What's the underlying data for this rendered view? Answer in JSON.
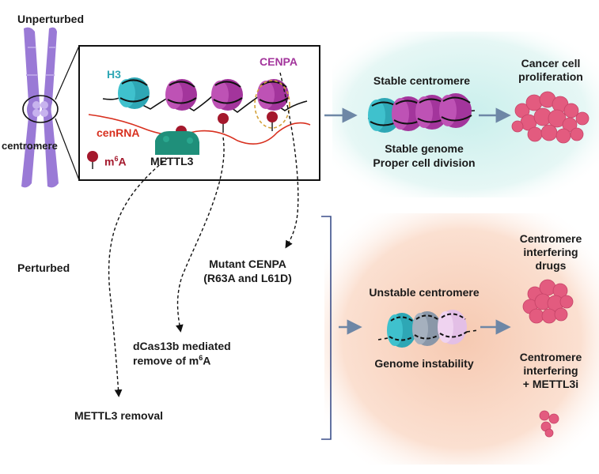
{
  "unperturbed": {
    "heading": "Unperturbed",
    "chromosome_label": "centromere",
    "h3": "H3",
    "cenpa": "CENPA",
    "cenrna": "cenRNA",
    "m6a_prefix": "m",
    "m6a_sup": "6",
    "m6a_suffix": "A",
    "writer": "METTL3",
    "outcome_title": "Stable centromere",
    "outcome_line1": "Stable genome",
    "outcome_line2": "Proper cell division",
    "result_line1": "Cancer cell",
    "result_line2": "proliferation"
  },
  "perturbed": {
    "heading": "Perturbed",
    "mutant_line1": "Mutant CENPA",
    "mutant_line2": "(R63A and L61D)",
    "dcas_line1": "dCas13b mediated",
    "dcas_line2_prefix": "remove of m",
    "dcas_sup": "6",
    "dcas_line2_suffix": "A",
    "mettl3_removal": "METTL3 removal",
    "outcome_title": "Unstable centromere",
    "outcome_line1": "Genome instability",
    "drugs_line1": "Centromere",
    "drugs_line2": "interfering",
    "drugs_line3": "drugs",
    "combo_line1": "Centromere",
    "combo_line2": "interfering",
    "combo_line3": "+ METTL3i"
  },
  "colors": {
    "h3": "#2ea7b5",
    "cenpa": "#a3359c",
    "rna": "#d8301f",
    "m6a": "#a4182c",
    "mettl3": "#1f8f7a",
    "chromosome": "#9a7ad6",
    "cancer": "#e35b7f",
    "arrow": "#6e87a6"
  }
}
